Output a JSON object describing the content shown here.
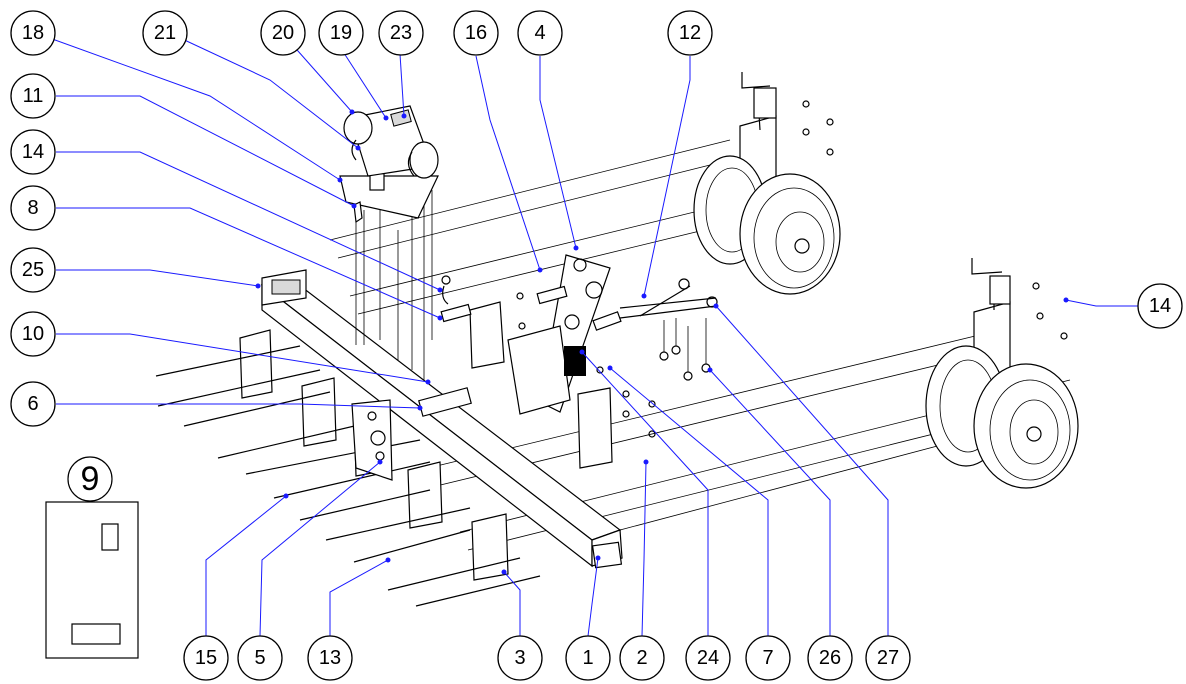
{
  "diagram": {
    "callouts": [
      {
        "id": "c18",
        "label": "18"
      },
      {
        "id": "c21",
        "label": "21"
      },
      {
        "id": "c20",
        "label": "20"
      },
      {
        "id": "c19",
        "label": "19"
      },
      {
        "id": "c23",
        "label": "23"
      },
      {
        "id": "c16",
        "label": "16"
      },
      {
        "id": "c4",
        "label": "4"
      },
      {
        "id": "c12",
        "label": "12"
      },
      {
        "id": "c11",
        "label": "11"
      },
      {
        "id": "c14a",
        "label": "14"
      },
      {
        "id": "c8",
        "label": "8"
      },
      {
        "id": "c25",
        "label": "25"
      },
      {
        "id": "c10",
        "label": "10"
      },
      {
        "id": "c6",
        "label": "6"
      },
      {
        "id": "c14b",
        "label": "14"
      },
      {
        "id": "c15",
        "label": "15"
      },
      {
        "id": "c5",
        "label": "5"
      },
      {
        "id": "c13",
        "label": "13"
      },
      {
        "id": "c3",
        "label": "3"
      },
      {
        "id": "c1",
        "label": "1"
      },
      {
        "id": "c2",
        "label": "2"
      },
      {
        "id": "c24",
        "label": "24"
      },
      {
        "id": "c7",
        "label": "7"
      },
      {
        "id": "c26",
        "label": "26"
      },
      {
        "id": "c27",
        "label": "27"
      }
    ],
    "decal_part_label": "9",
    "colors": {
      "leader": "#1a1aff",
      "line": "#000000",
      "background": "#ffffff"
    }
  }
}
